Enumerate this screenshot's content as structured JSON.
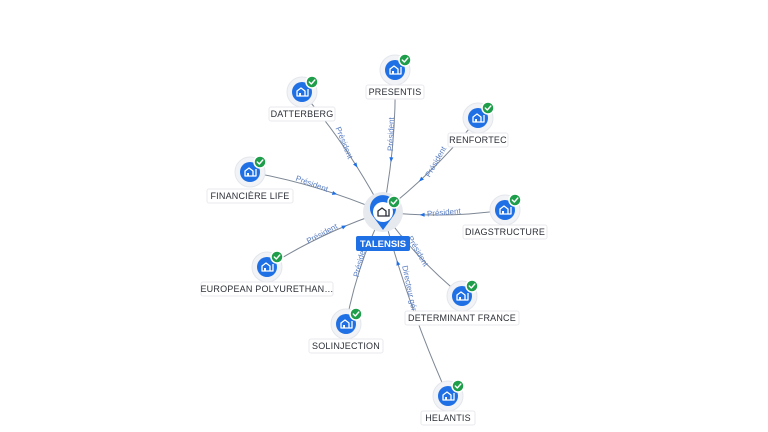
{
  "center": {
    "label": "TALENSIS",
    "icon": "company-icon",
    "verified": true
  },
  "nodes": [
    {
      "id": "presentis",
      "label": "PRESENTIS",
      "relation": "Président",
      "icon": "company-icon",
      "verified": true
    },
    {
      "id": "datterberg",
      "label": "DATTERBERG",
      "relation": "Président",
      "icon": "company-icon",
      "verified": true
    },
    {
      "id": "renfortec",
      "label": "RENFORTEC",
      "relation": "Président",
      "icon": "company-icon",
      "verified": true
    },
    {
      "id": "financiere-life",
      "label": "FINANCIÈRE LIFE",
      "relation": "Président",
      "icon": "company-icon",
      "verified": true
    },
    {
      "id": "diagstructure",
      "label": "DIAGSTRUCTURE",
      "relation": "Président",
      "icon": "company-icon",
      "verified": true
    },
    {
      "id": "european-polyurethan",
      "label": "EUROPEAN POLYURETHAN…",
      "relation": "Président",
      "icon": "company-icon",
      "verified": true
    },
    {
      "id": "determinant-france",
      "label": "DETERMINANT FRANCE",
      "relation": "Président",
      "icon": "company-icon",
      "verified": true
    },
    {
      "id": "solinjection",
      "label": "SOLINJECTION",
      "relation": "Président",
      "icon": "company-icon",
      "verified": true
    },
    {
      "id": "helantis",
      "label": "HELANTIS",
      "relation": "Directeur général",
      "icon": "company-icon",
      "verified": true
    }
  ],
  "colors": {
    "node": "#1f6fe5",
    "verified": "#1e9e4a",
    "edge": "#7d8794",
    "edge_label": "#5b7fc4"
  }
}
